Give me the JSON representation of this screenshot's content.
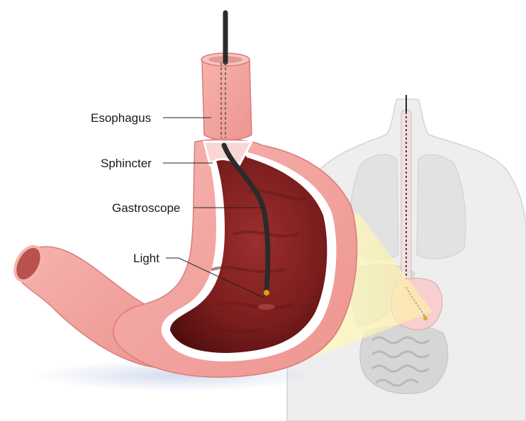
{
  "labels": {
    "esophagus": "Esophagus",
    "sphincter": "Sphincter",
    "gastroscope": "Gastroscope",
    "light": "Light"
  },
  "colors": {
    "tissue": "#f2a39f",
    "tissue_dark": "#e07f7c",
    "lumen": "#8a2424",
    "lumen_dark": "#5a1010",
    "scope": "#2b2b2b",
    "light_beam": "#fff7b8",
    "body_silhouette": "#ececec"
  }
}
